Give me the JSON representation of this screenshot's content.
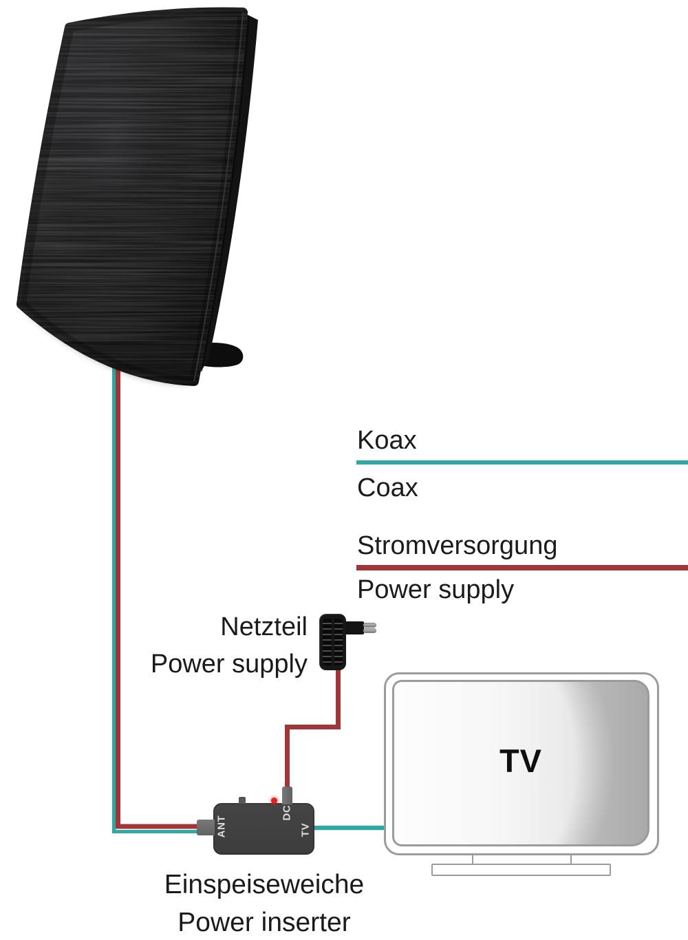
{
  "legend": {
    "coax": {
      "label_de": "Koax",
      "label_en": "Coax",
      "color": "#2EA8A2"
    },
    "power": {
      "label_de": "Stromversorgung",
      "label_en": "Power supply",
      "color": "#A13639"
    }
  },
  "power_supply_unit": {
    "label_de": "Netzteil",
    "label_en": "Power supply"
  },
  "power_inserter": {
    "label_de": "Einspeiseweiche",
    "label_en": "Power inserter",
    "port_ant": "ANT",
    "port_dc": "DC",
    "port_tv": "TV"
  },
  "tv": {
    "label": "TV"
  }
}
